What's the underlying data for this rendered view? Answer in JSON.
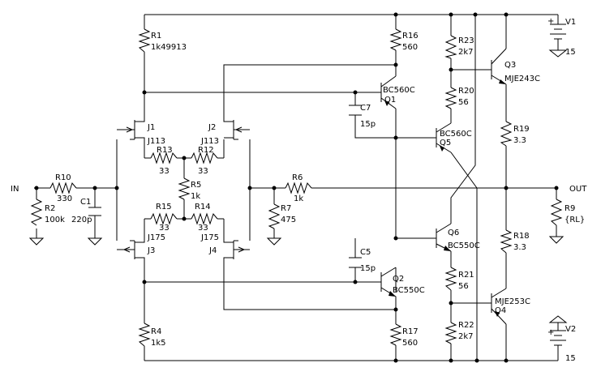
{
  "nets": {
    "in": "IN",
    "out": "OUT"
  },
  "parts": {
    "R1": {
      "ref": "R1",
      "value": "1k49913"
    },
    "R2": {
      "ref": "R2",
      "value": "100k"
    },
    "R4": {
      "ref": "R4",
      "value": "1k5"
    },
    "R5": {
      "ref": "R5",
      "value": "1k"
    },
    "R6": {
      "ref": "R6",
      "value": "1k"
    },
    "R7": {
      "ref": "R7",
      "value": "475"
    },
    "R9": {
      "ref": "R9",
      "value": "{RL}"
    },
    "R10": {
      "ref": "R10",
      "value": "330"
    },
    "R12": {
      "ref": "R12",
      "value": "33"
    },
    "R13": {
      "ref": "R13",
      "value": "33"
    },
    "R14": {
      "ref": "R14",
      "value": "33"
    },
    "R15": {
      "ref": "R15",
      "value": "33"
    },
    "R16": {
      "ref": "R16",
      "value": "560"
    },
    "R17": {
      "ref": "R17",
      "value": "560"
    },
    "R18": {
      "ref": "R18",
      "value": "3.3"
    },
    "R19": {
      "ref": "R19",
      "value": "3.3"
    },
    "R20": {
      "ref": "R20",
      "value": "56"
    },
    "R21": {
      "ref": "R21",
      "value": "56"
    },
    "R22": {
      "ref": "R22",
      "value": "2k7"
    },
    "R23": {
      "ref": "R23",
      "value": "2k7"
    },
    "C1": {
      "ref": "C1",
      "value": "220p"
    },
    "C5": {
      "ref": "C5",
      "value": "15p"
    },
    "C7": {
      "ref": "C7",
      "value": "15p"
    },
    "V1": {
      "ref": "V1",
      "value": "15"
    },
    "V2": {
      "ref": "V2",
      "value": "15"
    },
    "J1": {
      "ref": "J1",
      "value": "J113"
    },
    "J2": {
      "ref": "J2",
      "value": "J113"
    },
    "J3": {
      "ref": "J3",
      "value": "J175"
    },
    "J4": {
      "ref": "J4",
      "value": "J175"
    },
    "Q1": {
      "ref": "Q1",
      "value": "BC560C"
    },
    "Q2": {
      "ref": "Q2",
      "value": "BC550C"
    },
    "Q3": {
      "ref": "Q3",
      "value": "MJE243C"
    },
    "Q4": {
      "ref": "Q4",
      "value": "MJE253C"
    },
    "Q5": {
      "ref": "Q5",
      "value": "BC560C"
    },
    "Q6": {
      "ref": "Q6",
      "value": "BC550C"
    }
  }
}
